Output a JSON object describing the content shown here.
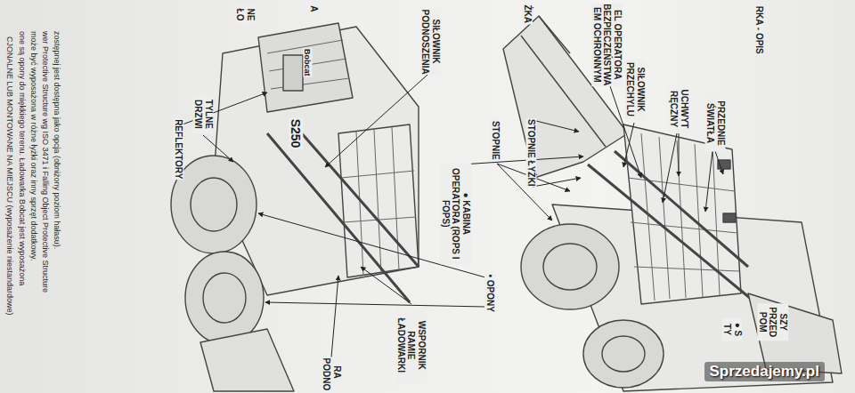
{
  "diagram": {
    "labels": [
      "RKA - OPIS",
      "PRZEDNIE ŚWIATŁA",
      "UCHWYT RĘCZNY",
      "SIŁOWNIK PRZECHYLU",
      "EL OPERATORA BEZPIECZEŃSTWA EM OCHRONNYM",
      "ŻKA",
      "STOPNIE ŁYŻKI",
      "STOPNIE",
      "● KABINA OPERATORA (ROPS I FOPS)",
      "SIŁOWNIK PODNOSZENIA",
      "NE ŁO",
      "A",
      "TYLNE DRZWI",
      "REFLEKTORY",
      "S250",
      "Bobcat",
      "WSPORNIK RAMIE ŁADOWARKI",
      "RA PODNO",
      "• OPONY",
      "SZY PRZED POM",
      "● S TY",
      "CJONALNE LUB MONTOWANE NA MIEJSCU (wyposażenie niestandardowe)",
      "one są opony do miękkiego terenu. Ładowarka Bobcat jest wyposażona",
      "może być wyposażona w różne łyżki oraz inny sprzęt dodatkowy.",
      "wer Protective Structure wg ISO 3471 i Falling Object Protective Structure",
      "zostępnej jest dostępna jako opcja (obniżony poziom hałasu).",
      "Sprzedajemy.pl"
    ]
  }
}
